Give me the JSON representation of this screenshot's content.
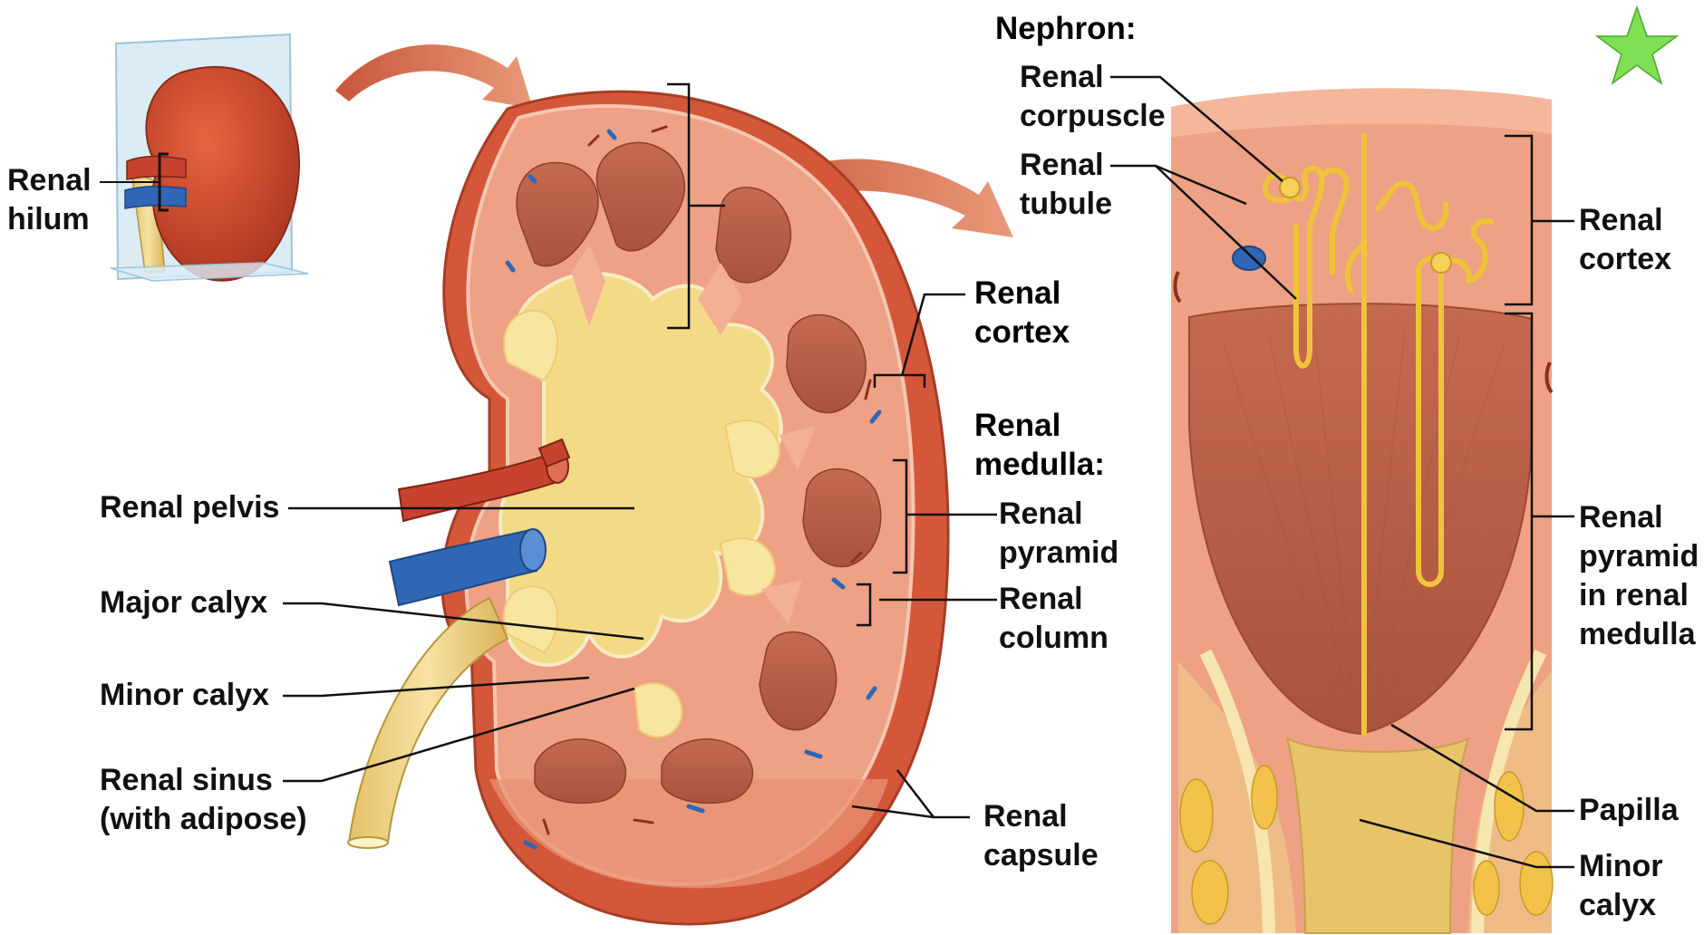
{
  "labels": {
    "renal_hilum": [
      "Renal",
      "hilum"
    ],
    "renal_pelvis": "Renal pelvis",
    "major_calyx": "Major calyx",
    "minor_calyx_left": "Minor calyx",
    "renal_sinus": [
      "Renal sinus",
      "(with adipose)"
    ],
    "renal_cortex_mid": [
      "Renal",
      "cortex"
    ],
    "renal_medulla": [
      "Renal",
      "medulla:"
    ],
    "renal_pyramid": [
      "Renal",
      "pyramid"
    ],
    "renal_column": [
      "Renal",
      "column"
    ],
    "renal_capsule": [
      "Renal",
      "capsule"
    ],
    "nephron_heading": "Nephron:",
    "renal_corpuscle": [
      "Renal",
      "corpuscle"
    ],
    "renal_tubule": [
      "Renal",
      "tubule"
    ],
    "renal_cortex_right": [
      "Renal",
      "cortex"
    ],
    "renal_pyramid_medulla": [
      "Renal",
      "pyramid",
      "in renal",
      "medulla"
    ],
    "papilla": "Papilla",
    "minor_calyx_right": [
      "Minor",
      "calyx"
    ]
  },
  "icons": {
    "corner": "green-star-icon"
  },
  "colors": {
    "cortex": "#eea184",
    "capsule": "#d4573a",
    "pyramid": "#b5614a",
    "pelvis": "#f3da86",
    "artery": "#c8432f",
    "vein": "#2f67b5",
    "ureter": "#f0d58a",
    "star": "#7fe055",
    "leader": "#111111"
  }
}
